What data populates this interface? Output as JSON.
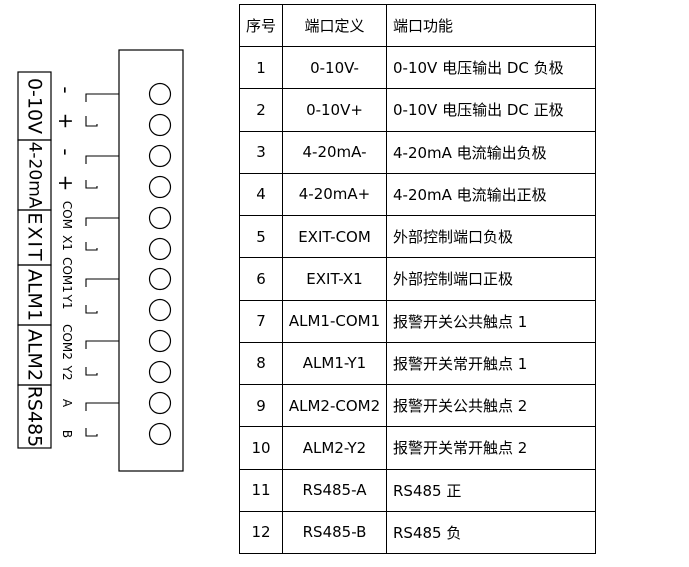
{
  "terminal": {
    "groups": [
      "0-10V",
      "4-20mA",
      "EXIT",
      "ALM1",
      "ALM2",
      "RS485"
    ],
    "pin_labels": [
      "-",
      "+",
      "-",
      "+",
      "COM",
      "X1",
      "COM1",
      "Y1",
      "COM2",
      "Y2",
      "A",
      "B"
    ]
  },
  "table": {
    "headers": [
      "序号",
      "端口定义",
      "端口功能"
    ],
    "rows": [
      [
        "1",
        "0-10V-",
        "0-10V 电压输出 DC 负极"
      ],
      [
        "2",
        "0-10V+",
        "0-10V 电压输出 DC 正极"
      ],
      [
        "3",
        "4-20mA-",
        "4-20mA 电流输出负极"
      ],
      [
        "4",
        "4-20mA+",
        "4-20mA 电流输出正极"
      ],
      [
        "5",
        "EXIT-COM",
        "外部控制端口负极"
      ],
      [
        "6",
        "EXIT-X1",
        "外部控制端口正极"
      ],
      [
        "7",
        "ALM1-COM1",
        "报警开关公共触点 1"
      ],
      [
        "8",
        "ALM1-Y1",
        "报警开关常开触点 1"
      ],
      [
        "9",
        "ALM2-COM2",
        "报警开关公共触点 2"
      ],
      [
        "10",
        "ALM2-Y2",
        "报警开关常开触点 2"
      ],
      [
        "11",
        "RS485-A",
        "RS485 正"
      ],
      [
        "12",
        "RS485-B",
        "RS485 负"
      ]
    ]
  }
}
